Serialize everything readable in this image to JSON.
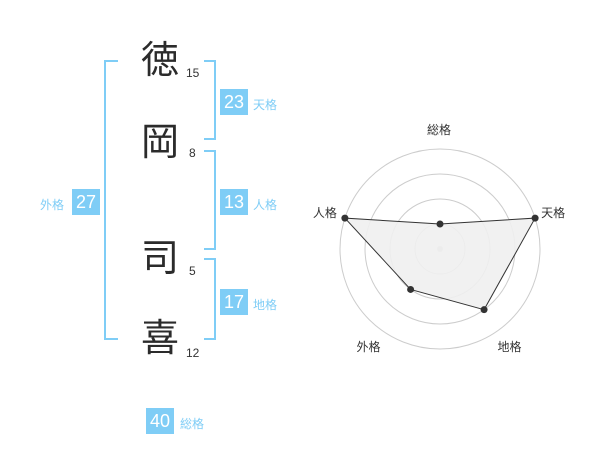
{
  "characters": [
    {
      "char": "徳",
      "strokes": "15"
    },
    {
      "char": "岡",
      "strokes": "8"
    },
    {
      "char": "司",
      "strokes": "5"
    },
    {
      "char": "喜",
      "strokes": "12"
    }
  ],
  "fortunes": {
    "tenkaku": {
      "value": "23",
      "label": "天格"
    },
    "jinkaku": {
      "value": "13",
      "label": "人格"
    },
    "chikaku": {
      "value": "17",
      "label": "地格"
    },
    "gaikaku": {
      "value": "27",
      "label": "外格"
    },
    "soukaku": {
      "value": "40",
      "label": "総格"
    }
  },
  "chart_data": {
    "type": "radar",
    "axes": [
      "総格",
      "天格",
      "地格",
      "外格",
      "人格"
    ],
    "values": [
      1,
      4,
      3,
      2,
      4
    ],
    "rmax": 4,
    "rings": 4,
    "colors": {
      "fill": "#f0f0f0",
      "line": "#333333",
      "ring": "#cccccc",
      "dot": "#333333"
    }
  }
}
